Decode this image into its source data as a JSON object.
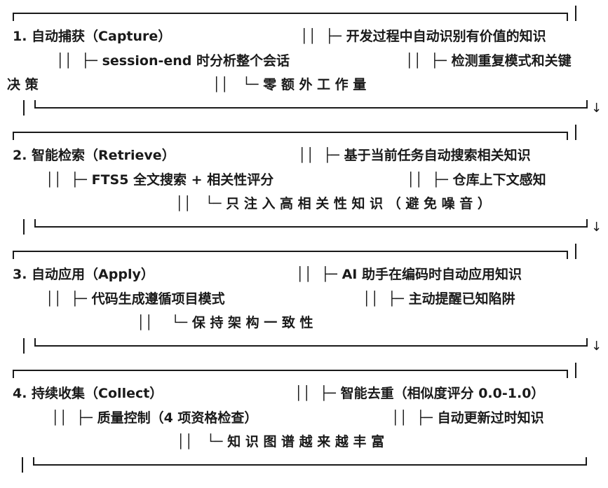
{
  "sections": [
    {
      "title": "1. 自动捕获（Capture）",
      "line1_right": "││  ├─ 开发过程中自动识别有价值的知识",
      "line2_left": "││  ├─ session-end 时分析整个会话",
      "line2_right": "││  ├─ 检测重复模式和关键",
      "line3_left": "决 策",
      "line3_mid": "││   └─ 零 额 外 工 作 量",
      "arrow": "↓"
    },
    {
      "title": "2. 智能检索（Retrieve）",
      "line1_right": "││  ├─ 基于当前任务自动搜索相关知识",
      "line2_left": "││  ├─ FTS5 全文搜索 + 相关性评分",
      "line2_right": "││  ├─ 仓库上下文感知",
      "line3_left": "",
      "line3_mid": "││   └─ 只 注 入 高 相 关 性 知 识 （ 避 免 噪 音 ）",
      "arrow": "↓"
    },
    {
      "title": "3. 自动应用（Apply）",
      "line1_right": "││  ├─ AI 助手在编码时自动应用知识",
      "line2_left": "││  ├─ 代码生成遵循项目模式",
      "line2_right": "││  ├─ 主动提醒已知陷阱",
      "line3_left": "",
      "line3_mid": "││    └─ 保 持 架 构 一 致 性",
      "arrow": "↓"
    },
    {
      "title": "4. 持续收集（Collect）",
      "line1_right": "││  ├─ 智能去重（相似度评分 0.0-1.0）",
      "line2_left": "││  ├─ 质量控制（4 项资格检查）",
      "line2_right": "││  ├─ 自动更新过时知识",
      "line3_left": "",
      "line3_mid": "││   └─ 知 识 图 谱 越 来 越 丰 富",
      "arrow": ""
    }
  ]
}
